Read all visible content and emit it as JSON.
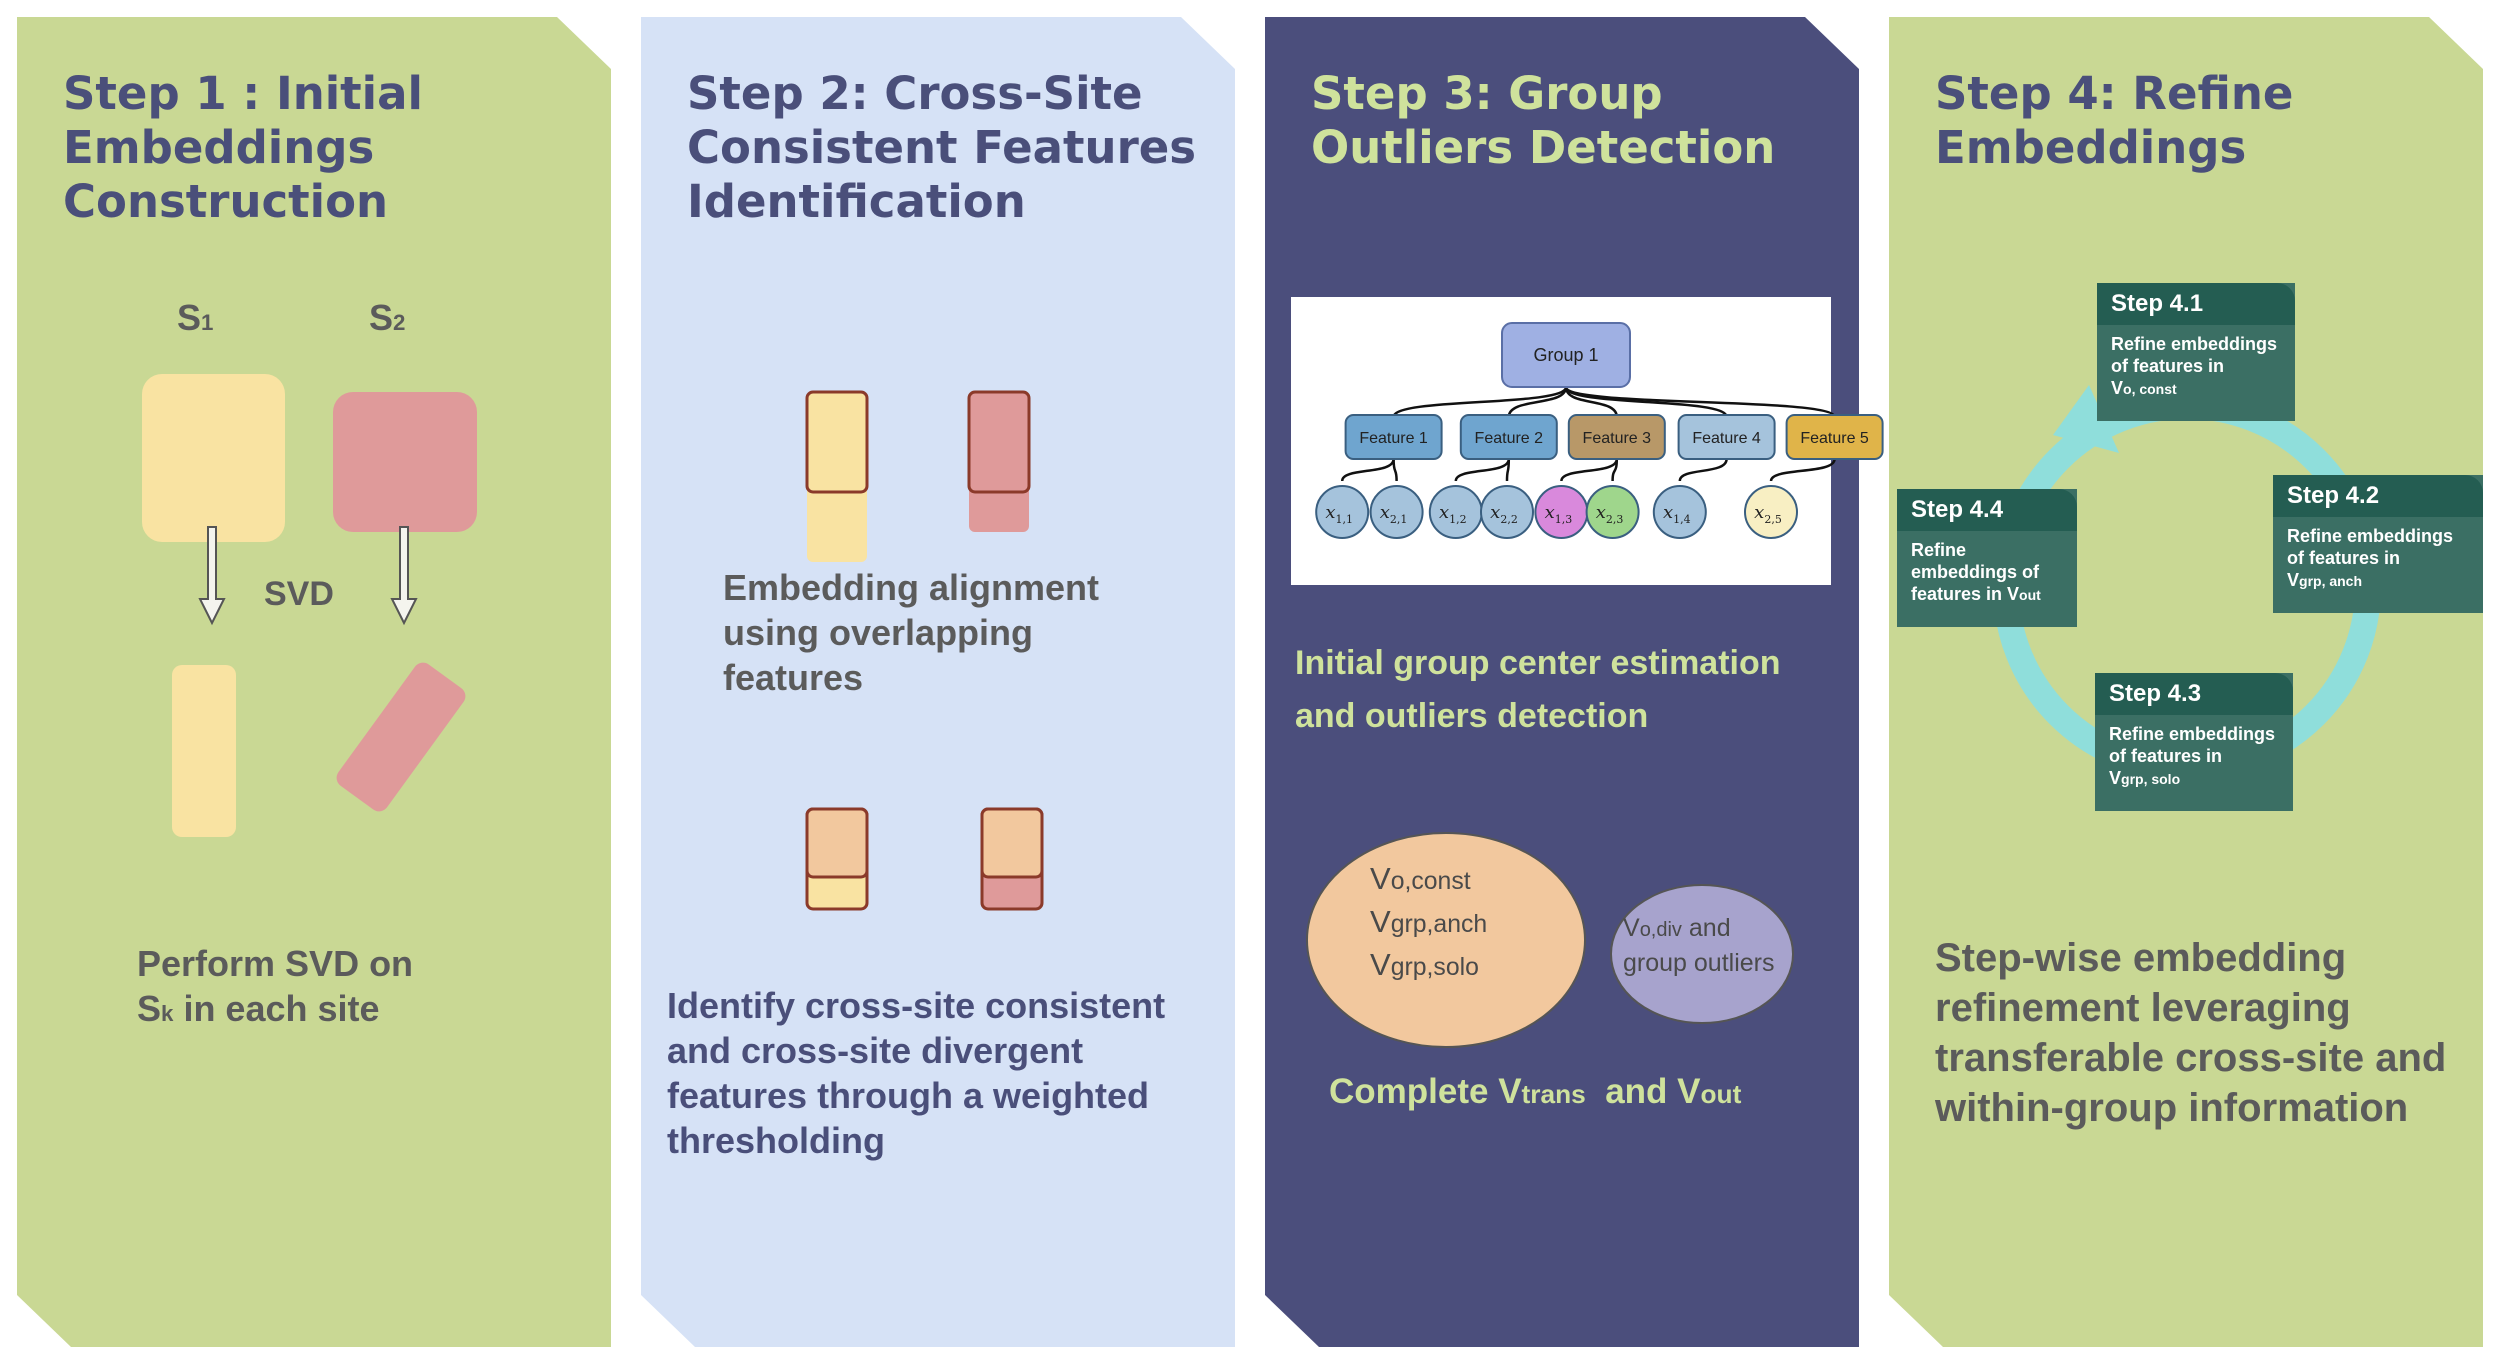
{
  "colors": {
    "panel1": "#c9d894",
    "panel2": "#d6e2f6",
    "panel3": "#4b4e7c",
    "panel4": "#c9d894",
    "yellow": "#f9e3a2",
    "pink": "#df9a9a",
    "peach": "#f2c89e",
    "lavender": "#a7a3cd",
    "teal_box": "#3b6f64",
    "teal_header": "#245d52",
    "cycle": "#8fdedb"
  },
  "step1": {
    "title_lines": [
      "Step 1 : Initial",
      "Embeddings",
      "Construction"
    ],
    "s1_label": "S",
    "s1_sub": "1",
    "s2_label": "S",
    "s2_sub": "2",
    "svd_label": "SVD",
    "caption_line1": "Perform SVD on",
    "caption_line2_pre": "S",
    "caption_line2_sub": "k",
    "caption_line2_post": " in each site"
  },
  "step2": {
    "title_lines": [
      "Step 2: Cross-Site",
      "Consistent Features",
      "Identification"
    ],
    "alignment_lines": [
      "Embedding alignment",
      "using overlapping",
      "features"
    ],
    "caption_lines": [
      "Identify cross-site consistent",
      "and cross-site divergent",
      "features through a weighted",
      "thresholding"
    ]
  },
  "step3": {
    "title_lines": [
      "Step 3: Group",
      "Outliers Detection"
    ],
    "group_label": "Group 1",
    "features": [
      {
        "label": "Feature 1",
        "color": "#6fa5cf"
      },
      {
        "label": "Feature 2",
        "color": "#6fa5cf"
      },
      {
        "label": "Feature 3",
        "color": "#b89868"
      },
      {
        "label": "Feature 4",
        "color": "#a5c3dc"
      },
      {
        "label": "Feature 5",
        "color": "#e0b449"
      }
    ],
    "nodes": [
      {
        "base": "x",
        "sub": "1,1",
        "color": "#a5c3dc",
        "feature": 0
      },
      {
        "base": "x",
        "sub": "2,1",
        "color": "#a5c3dc",
        "feature": 0
      },
      {
        "base": "x",
        "sub": "1,2",
        "color": "#a5c3dc",
        "feature": 1
      },
      {
        "base": "x",
        "sub": "2,2",
        "color": "#a5c3dc",
        "feature": 1
      },
      {
        "base": "x",
        "sub": "1,3",
        "color": "#d989dc",
        "feature": 2
      },
      {
        "base": "x",
        "sub": "2,3",
        "color": "#9fd68c",
        "feature": 2
      },
      {
        "base": "x",
        "sub": "1,4",
        "color": "#a5c3dc",
        "feature": 3
      },
      {
        "base": "x",
        "sub": "2,5",
        "color": "#f8efc3",
        "feature": 4
      }
    ],
    "caption_lines": [
      "Initial group center estimation",
      "and outliers detection"
    ],
    "ellipse_big_lines": [
      {
        "main": "V",
        "sub": "o,const"
      },
      {
        "main": "V",
        "sub": "grp,anch"
      },
      {
        "main": "V",
        "sub": "grp,solo"
      }
    ],
    "ellipse_small_main": "V",
    "ellipse_small_sub": "o,div",
    "ellipse_small_tail": " and",
    "ellipse_small_line2": "group outliers",
    "complete_pre": "Complete V",
    "complete_sub1": "trans",
    "complete_mid": "  and V",
    "complete_sub2": "out"
  },
  "step4": {
    "title_lines": [
      "Step 4: Refine",
      "Embeddings"
    ],
    "boxes": [
      {
        "header": "Step 4.1",
        "line1": "Refine embeddings",
        "line2": "of features in",
        "v_main": "V",
        "v_sub": "o, const"
      },
      {
        "header": "Step 4.2",
        "line1": "Refine embeddings",
        "line2": "of features in",
        "v_main": "V",
        "v_sub": "grp, anch"
      },
      {
        "header": "Step 4.3",
        "line1": "Refine embeddings",
        "line2": "of features in",
        "v_main": "V",
        "v_sub": "grp, solo"
      },
      {
        "header": "Step 4.4",
        "line1": "Refine",
        "line2": "embeddings of",
        "line3_pre": "features in V",
        "line3_sub": "out"
      }
    ],
    "caption_lines": [
      "Step-wise embedding",
      "refinement leveraging",
      "transferable cross-site and",
      "within-group information"
    ]
  }
}
